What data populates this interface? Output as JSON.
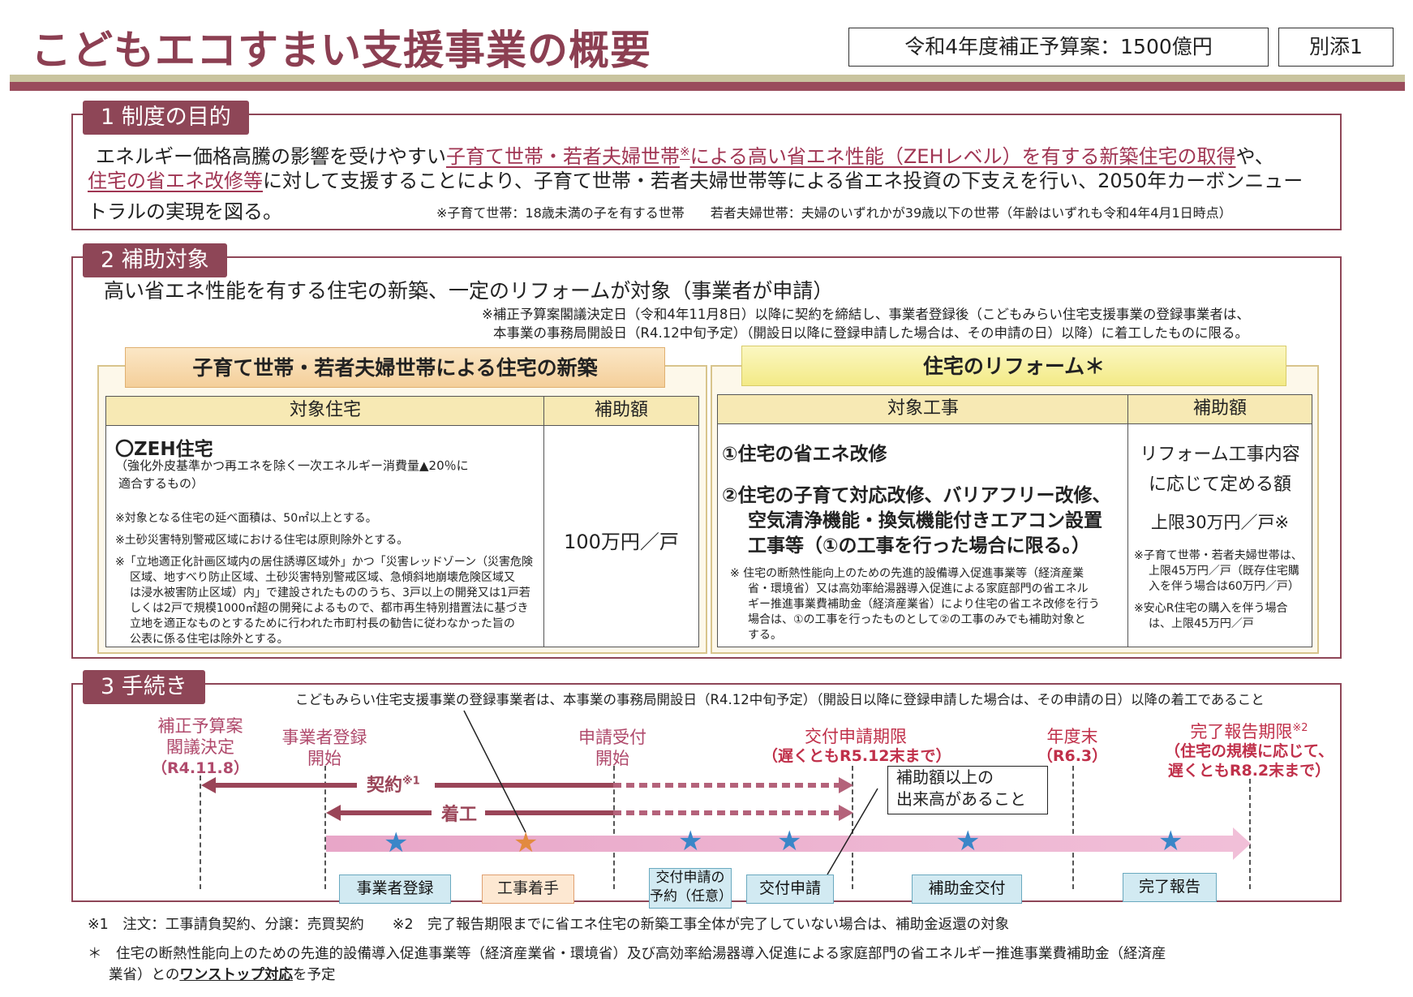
{
  "header": {
    "title": "こどもエコすまい支援事業の概要",
    "budget": "令和4年度補正予算案：1500億円",
    "attachment": "別添1"
  },
  "sec1": {
    "label": "1  制度の目的",
    "l1a": "エネルギー価格高騰の影響を受けやすい",
    "l1b": "子育て世帯・若者夫婦世帯",
    "l1c": "※",
    "l1d": "による高い省エネ性能（ZEHレベル）を有する新築住宅の取得",
    "l1e": "や、",
    "l2a": "住宅の省エネ改修等",
    "l2b": "に対して支援することにより、子育て世帯・若者夫婦世帯等による省エネ投資の下支えを行い、2050年カーボンニュー",
    "l3": "トラルの実現を図る。",
    "note": "※子育て世帯：18歳未満の子を有する世帯　　若者夫婦世帯：夫婦のいずれかが39歳以下の世帯（年齢はいずれも令和4年4月1日時点）"
  },
  "sec2": {
    "label": "2  補助対象",
    "lead": "高い省エネ性能を有する住宅の新築、一定のリフォームが対象（事業者が申請）",
    "note1": "※補正予算案閣議決定日（令和4年11月8日）以降に契約を締結し、事業者登録後（こどもみらい住宅支援事業の登録事業者は、",
    "note2": "本事業の事務局開設日（R4.12中旬予定）（開設日以降に登録申請した場合は、その申請の日）以降）に着工したものに限る。",
    "new": {
      "heading": "子育て世帯・若者夫婦世帯による住宅の新築",
      "col1": "対象住宅",
      "col2": "補助額",
      "item": "〇ZEH住宅",
      "desc1": "（強化外皮基準かつ再エネを除く一次エネルギー消費量▲20％に",
      "desc2": "適合するもの）",
      "n1": "※対象となる住宅の延べ面積は、50㎡以上とする。",
      "n2": "※土砂災害特別警戒区域における住宅は原則除外とする。",
      "n3": [
        "※「立地適正化計画区域内の居住誘導区域外」かつ「災害レッドゾーン（災害危険",
        "区域、地すべり防止区域、土砂災害特別警戒区域、急傾斜地崩壊危険区域又",
        "は浸水被害防止区域）内」で建設されたもののうち、3戸以上の開発又は1戸若",
        "しくは2戸で規模1000㎡超の開発によるもので、都市再生特別措置法に基づき",
        "立地を適正なものとするために行われた市町村長の勧告に従わなかった旨の",
        "公表に係る住宅は除外とする。"
      ],
      "amount": "100万円／戸"
    },
    "reform": {
      "heading": "住宅のリフォーム＊",
      "col1": "対象工事",
      "col2": "補助額",
      "w1": "①住宅の省エネ改修",
      "w2": [
        "②住宅の子育て対応改修、バリアフリー改修、",
        "空気清浄機能・換気機能付きエアコン設置",
        "工事等（①の工事を行った場合に限る。）"
      ],
      "wnote": [
        "※ 住宅の断熱性能向上のための先進的設備導入促進事業等（経済産業",
        "省・環境省）又は高効率給湯器導入促進による家庭部門の省エネル",
        "ギー推進事業費補助金（経済産業省）により住宅の省エネ改修を行う",
        "場合は、①の工事を行ったものとして②の工事のみでも補助対象と",
        "する。"
      ],
      "amt1": "リフォーム工事内容",
      "amt2": "に応じて定める額",
      "limit": "上限30万円／戸※",
      "anote": [
        "※子育て世帯・若者夫婦世帯は、",
        "上限45万円／戸（既存住宅購",
        "入を伴う場合は60万円／戸）",
        "※安心R住宅の購入を伴う場合",
        "は、上限45万円／戸"
      ]
    }
  },
  "sec3": {
    "label": "3  手続き",
    "top_note": "こどもみらい住宅支援事業の登録事業者は、本事業の事務局開設日（R4.12中旬予定）（開設日以降に登録申請した場合は、その申請の日）以降の着工であること",
    "m1": [
      "補正予算案",
      "閣議決定",
      "（R4.11.8）"
    ],
    "m2": [
      "事業者登録",
      "開始"
    ],
    "m3": [
      "申請受付",
      "開始"
    ],
    "m4": [
      "交付申請期限",
      "（遅くともR5.12末まで）"
    ],
    "m5": [
      "年度末",
      "（R6.3）"
    ],
    "m6": [
      "完了報告期限",
      "※2",
      "（住宅の規模に応じて、",
      "遅くともR8.2末まで）"
    ],
    "contract": "契約",
    "contract_sup": "※1",
    "start": "着工",
    "callout": [
      "補助額以上の",
      "出来高があること"
    ],
    "steps": [
      "事業者登録",
      "工事着手",
      "交付申請の",
      "予約（任意）",
      "交付申請",
      "補助金交付",
      "完了報告"
    ]
  },
  "footer": {
    "f1": "※1　注文：工事請負契約、分譲：売買契約　　※2　完了報告期限までに省エネ住宅の新築工事全体が完了していない場合は、補助金返還の対象",
    "f2a": "＊　住宅の断熱性能向上のための先進的設備導入促進事業等（経済産業省・環境省）及び高効率給湯器導入促進による家庭部門の省エネルギー推進事業費補助金（経済産",
    "f2b": "業省）との",
    "f2c": "ワンストップ対応",
    "f2d": "を予定"
  },
  "colors": {
    "accent": "#8e4657",
    "pink": "#b04a6c",
    "red": "#c0304a",
    "arrow": "#9a4558",
    "star": "#3a86c8"
  }
}
